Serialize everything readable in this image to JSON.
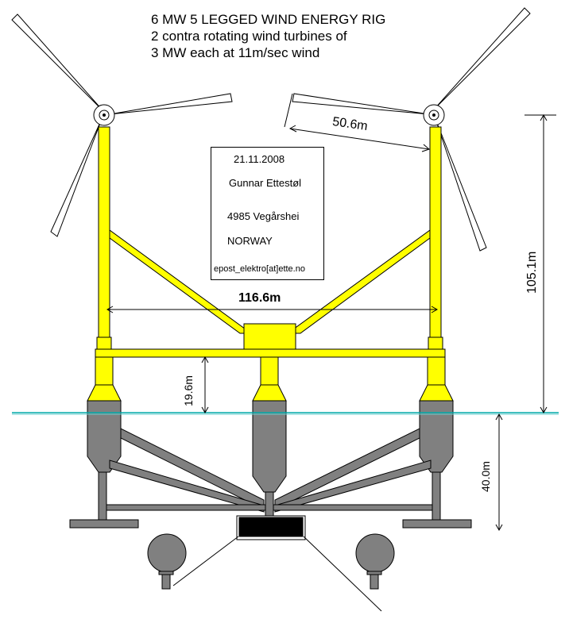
{
  "title": {
    "line1": "6 MW 5 LEGGED WIND ENERGY RIG",
    "line2": "2 contra rotating wind turbines of",
    "line3": "3 MW each at 11m/sec wind"
  },
  "info_box": {
    "date": "21.11.2008",
    "name": "Gunnar Ettestøl",
    "address": "4985 Vegårshei",
    "country": "NORWAY",
    "email": "epost_elektro[at]ette.no"
  },
  "dimensions": {
    "rotor_radius": "50.6m",
    "tower_spacing": "116.6m",
    "total_height": "105.1m",
    "deck_height": "19.6m",
    "draft": "40.0m"
  },
  "colors": {
    "structure": "#ffff00",
    "floater": "#808080",
    "outline": "#000000",
    "water": "#00aaaa",
    "ballast": "#000000"
  }
}
